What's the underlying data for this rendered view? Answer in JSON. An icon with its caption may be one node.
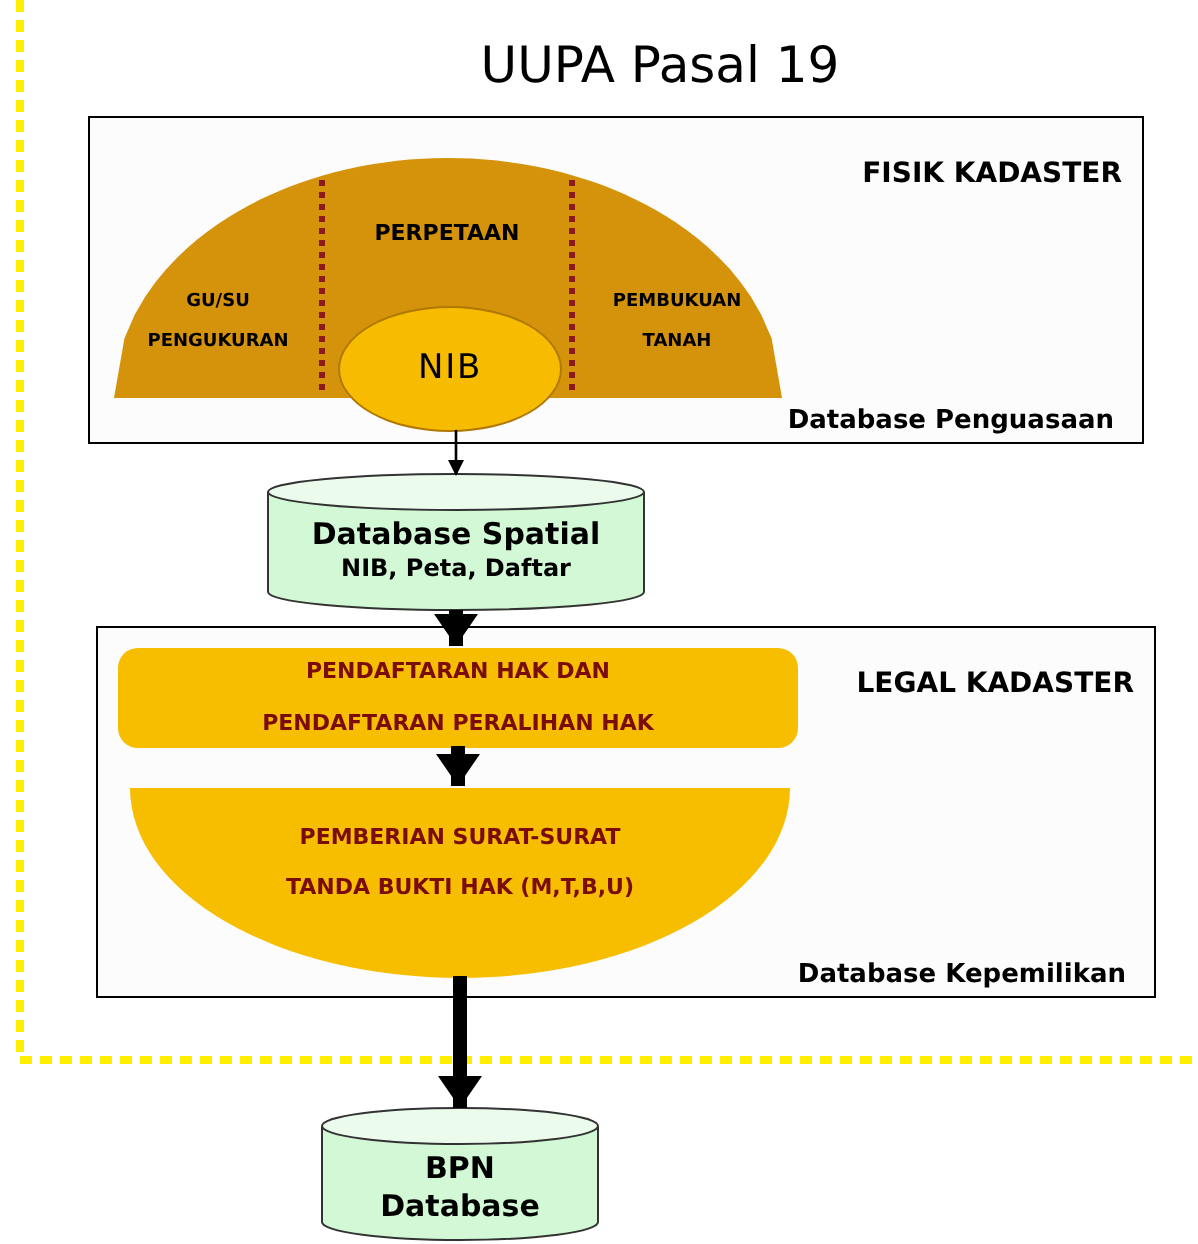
{
  "diagram": {
    "title": "UUPA Pasal 19",
    "nodes": [
      {
        "text": [
          "FISIK KADASTER",
          "Database Penguasaan"
        ]
      },
      {
        "text": [
          "GU/SU PENGUKURAN"
        ],
        "in": 0
      },
      {
        "text": [
          "PERPETAAN"
        ],
        "in": 0
      },
      {
        "text": [
          "PEMBUKUAN TANAH"
        ],
        "in": 0
      },
      {
        "text": [
          "NIB"
        ],
        "in": 0
      },
      {
        "text": [
          "Database Spatial",
          "NIB, Peta, Daftar"
        ]
      },
      {
        "text": [
          "LEGAL KADASTER",
          "Database Kepemilikan"
        ]
      },
      {
        "text": [
          "PENDAFTARAN HAK DAN PENDAFTARAN PERALIHAN HAK"
        ],
        "in": 6
      },
      {
        "text": [
          "PEMBERIAN SURAT-SURAT TANDA BUKTI HAK (M,T,B,U)"
        ],
        "in": 6
      },
      {
        "text": [
          "BPN Database"
        ]
      }
    ],
    "edges": [
      {
        "from": 4,
        "to": 5,
        "arrow": "to"
      },
      {
        "from": 5,
        "to": 7,
        "arrow": "to"
      },
      {
        "from": 7,
        "to": 8,
        "arrow": "to"
      },
      {
        "from": 8,
        "to": 9,
        "arrow": "to"
      }
    ]
  }
}
